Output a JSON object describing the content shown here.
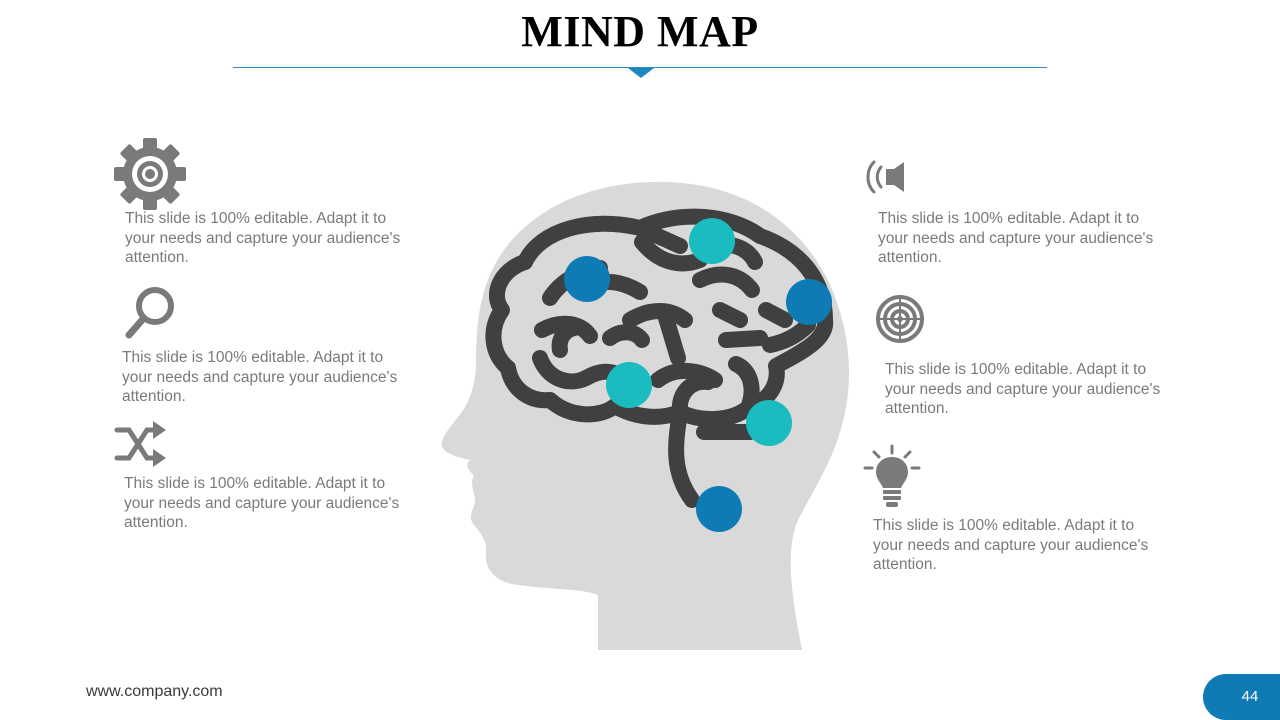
{
  "slide": {
    "title": "MIND MAP",
    "footer_url": "www.company.com",
    "page_number": "44"
  },
  "colors": {
    "accent_blue": "#0e7bb5",
    "accent_teal": "#1abcbf",
    "icon_gray": "#7a7a7a",
    "head_gray": "#d9d9d9",
    "brain_dark": "#404040"
  },
  "items": [
    {
      "icon": "gear-icon",
      "text": "This slide is 100% editable. Adapt it to your needs and capture your audience's attention."
    },
    {
      "icon": "magnifier-icon",
      "text": "This slide is 100% editable. Adapt it to your needs and capture your audience's attention."
    },
    {
      "icon": "shuffle-icon",
      "text": "This slide is 100% editable. Adapt it to your needs and capture your audience's attention."
    },
    {
      "icon": "speaker-icon",
      "text": "This slide is 100% editable. Adapt it to your needs and capture your audience's attention."
    },
    {
      "icon": "target-icon",
      "text": "This slide is 100% editable. Adapt it to your needs and capture your audience's attention."
    },
    {
      "icon": "lightbulb-icon",
      "text": "This slide is 100% editable. Adapt it to your needs and capture your audience's attention."
    }
  ]
}
